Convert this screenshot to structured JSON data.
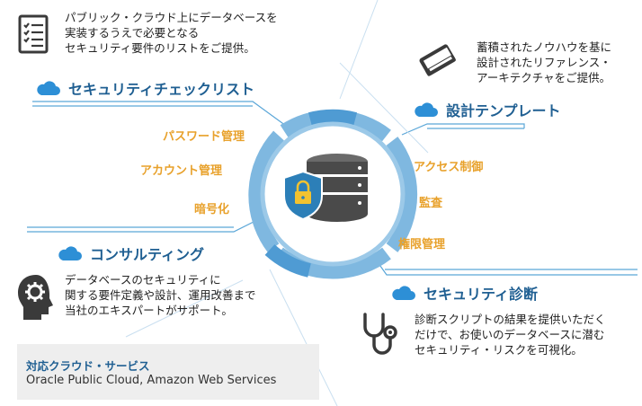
{
  "checklist": {
    "heading": "セキュリティチェックリスト",
    "desc": [
      "パブリック・クラウド上にデータベースを",
      "実装するうえで必要となる",
      "セキュリティ要件のリストをご提供。"
    ],
    "icon": "checklist-icon"
  },
  "template": {
    "heading": "設計テンプレート",
    "desc": [
      "蓄積されたノウハウを基に",
      "設計されたリファレンス・",
      "アーキテクチャをご提供。"
    ],
    "icon": "book-icon"
  },
  "consulting": {
    "heading": "コンサルティング",
    "desc": [
      "データベースのセキュリティに",
      "関する要件定義や設計、運用改善まで",
      "当社のエキスパートがサポート。"
    ],
    "icon": "head-gear-icon"
  },
  "diagnosis": {
    "heading": "セキュリティ診断",
    "desc": [
      "診断スクリプトの結果を提供いただく",
      "だけで、お使いのデータベースに潜む",
      "セキュリティ・リスクを可視化。"
    ],
    "icon": "stethoscope-icon"
  },
  "features_left": [
    "パスワード管理",
    "アカウント管理",
    "暗号化"
  ],
  "features_right": [
    "アクセス制御",
    "監査",
    "権限管理"
  ],
  "services": {
    "title": "対応クラウド・サービス",
    "list": "Oracle Public Cloud, Amazon Web Services"
  },
  "colors": {
    "heading": "#1f5f92",
    "feature": "#e8a12b",
    "ring": "#7fb8e0",
    "ring_dark": "#4f9bd3",
    "db": "#4a4a4a",
    "shield": "#2c7fb8",
    "lock": "#f2c230"
  }
}
